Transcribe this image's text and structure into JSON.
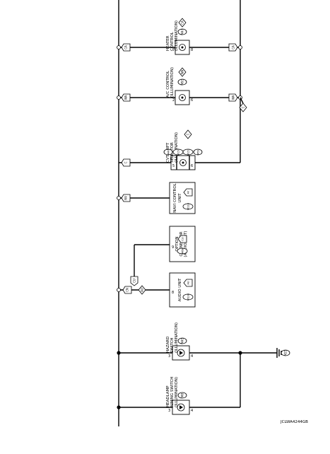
{
  "diagram_id": "JCLWA4244GB",
  "components": [
    {
      "key": "heater",
      "label_lines": [
        "HEATER",
        "CONTROL",
        "(ILLUMINATION)"
      ],
      "connector": "M47",
      "ref": "CA"
    },
    {
      "key": "ac",
      "label_lines": [
        "A/C CONTROL",
        "(ILLUMINATION)"
      ],
      "connector": "M93",
      "ref": "WA"
    },
    {
      "key": "cvt",
      "label_lines": [
        "CVT SHIFT",
        "SELECTOR",
        "(ILLUMINATION)"
      ],
      "connectors": [
        "M47",
        "M150",
        "M151",
        "M51"
      ],
      "ref": "C"
    },
    {
      "key": "navi",
      "label_lines": [
        "NAVI CONTROL",
        "UNIT"
      ],
      "connectors": [
        "M110",
        "AV"
      ]
    },
    {
      "key": "option",
      "label_lines": [
        "OPTION",
        "CONNECTOR",
        "(AUDIO UNIT)"
      ],
      "connectors": [
        "M68",
        "CU"
      ],
      "pin": "9"
    },
    {
      "key": "audio",
      "label_lines": [
        "AUDIO UNIT"
      ],
      "connectors": [
        "M130",
        "AU"
      ],
      "pin": "8"
    },
    {
      "key": "hazard",
      "label_lines": [
        "HAZARD",
        "SWITCH",
        "(ILLUMINATION)"
      ],
      "connector": "M45"
    },
    {
      "key": "headlamp",
      "label_lines": [
        "HEADLAMP",
        "AIMING SWITCH",
        "(ILLUMINATION)"
      ],
      "connector": "M8"
    }
  ],
  "flags": {
    "ca_left": "CA",
    "ca_right": "CA",
    "wa_left": "WA",
    "wa_right": "WA",
    "c_left": "C",
    "c_right": "C",
    "nv": "NV",
    "cu": "CU",
    "cn": "CN",
    "au": "AU"
  },
  "pins": {
    "heater_l": "7",
    "heater_r": "8",
    "ac_l": "2",
    "ac_r": "6",
    "cvt_l": "5",
    "cvt_r": "6",
    "hazard_l": "3",
    "hazard_r": "4",
    "head_l": "3",
    "head_r": "4"
  },
  "ground": {
    "connector": "M25"
  }
}
